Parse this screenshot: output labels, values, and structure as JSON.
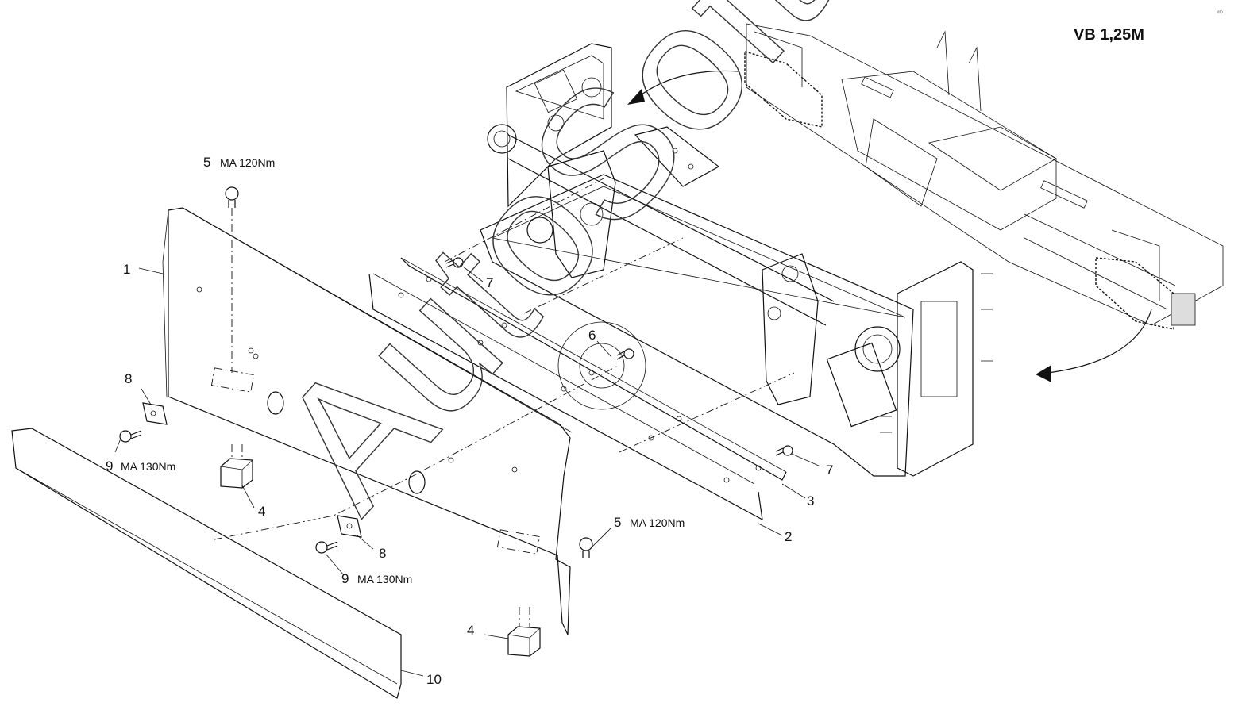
{
  "title": "VB 1,25M",
  "corner_mark": "ᵃᵗᵒ",
  "watermark": "AutoSoft",
  "callouts": {
    "c1": {
      "num": "1",
      "spec": ""
    },
    "c2": {
      "num": "2",
      "spec": ""
    },
    "c3": {
      "num": "3",
      "spec": ""
    },
    "c4a": {
      "num": "4",
      "spec": ""
    },
    "c4b": {
      "num": "4",
      "spec": ""
    },
    "c5a": {
      "num": "5",
      "spec": "MA 120Nm"
    },
    "c5b": {
      "num": "5",
      "spec": "MA 120Nm"
    },
    "c6": {
      "num": "6",
      "spec": ""
    },
    "c7a": {
      "num": "7",
      "spec": ""
    },
    "c7b": {
      "num": "7",
      "spec": ""
    },
    "c8a": {
      "num": "8",
      "spec": ""
    },
    "c8b": {
      "num": "8",
      "spec": ""
    },
    "c9a": {
      "num": "9",
      "spec": "MA 130Nm"
    },
    "c9b": {
      "num": "9",
      "spec": "MA 130Nm"
    },
    "c10": {
      "num": "10",
      "spec": ""
    }
  }
}
